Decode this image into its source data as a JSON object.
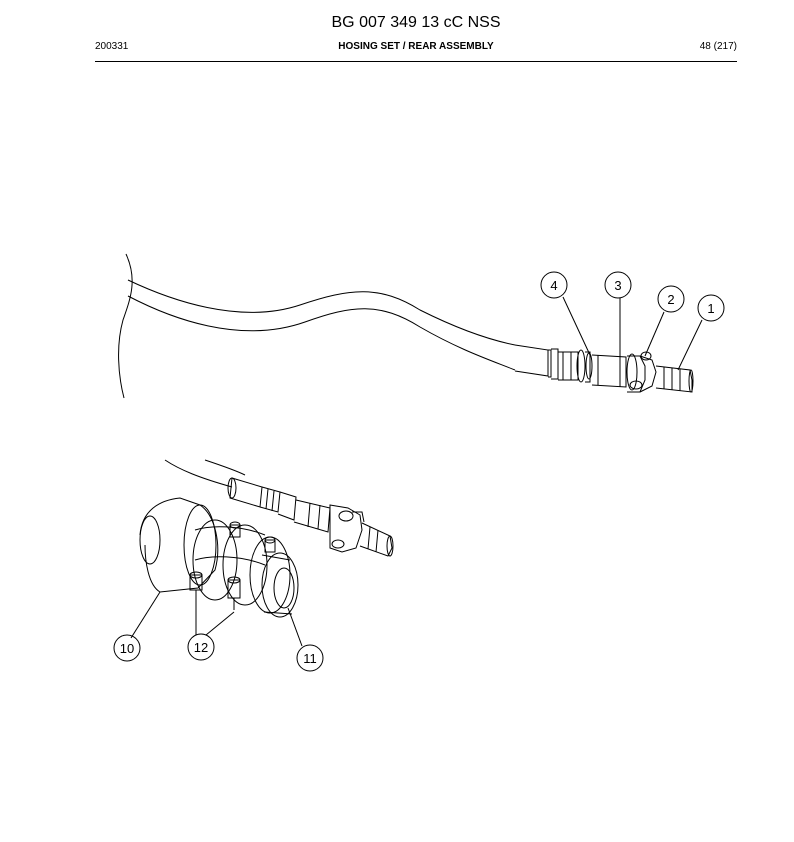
{
  "header": {
    "document_title": "BG 007 349 13 cC NSS",
    "date_code": "200331",
    "section_title": "HOSING SET / REAR ASSEMBLY",
    "page": "48 (217)"
  },
  "callouts": [
    {
      "id": "callout-1",
      "label": "1"
    },
    {
      "id": "callout-2",
      "label": "2"
    },
    {
      "id": "callout-3",
      "label": "3"
    },
    {
      "id": "callout-4",
      "label": "4"
    },
    {
      "id": "callout-10",
      "label": "10"
    },
    {
      "id": "callout-11",
      "label": "11"
    },
    {
      "id": "callout-12",
      "label": "12"
    }
  ]
}
